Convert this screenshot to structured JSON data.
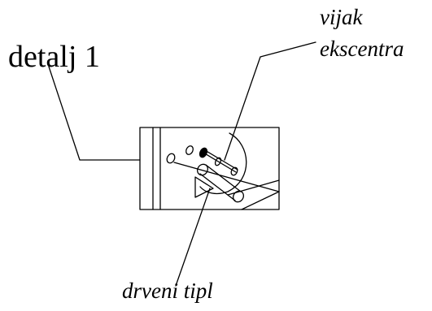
{
  "labels": {
    "detail": "detalj 1",
    "screw_line1": "vijak",
    "screw_line2": "ekscentra",
    "dowel": "drveni tipl"
  },
  "colors": {
    "ink": "#000000",
    "paper": "#ffffff"
  }
}
